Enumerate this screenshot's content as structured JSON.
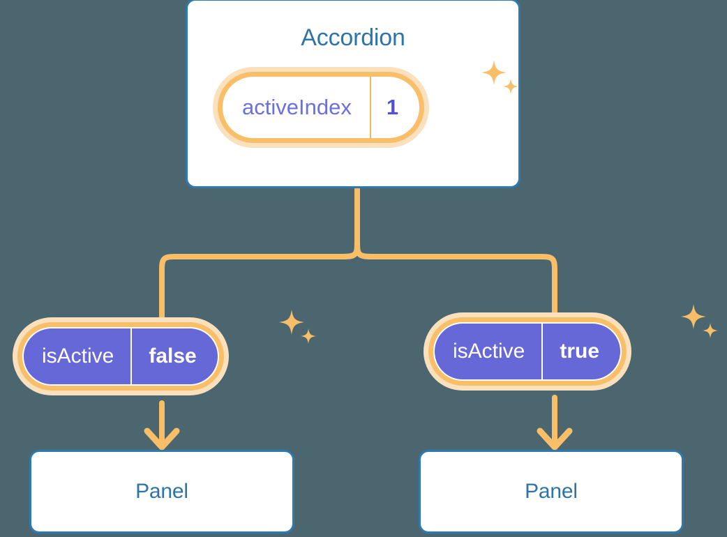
{
  "diagram": {
    "type": "component-state-tree",
    "background_color": "#4c6670",
    "accent_color": "#f9be68",
    "accent_glow_color": "#fae0bc",
    "card_border_color": "#2e7aae",
    "card_title_color": "#2d74a8",
    "state_text_color": "#6b6fe0",
    "state_value_color": "#4f52d8",
    "leaf_pill_fill": "#6668d8"
  },
  "root": {
    "title": "Accordion",
    "state": {
      "key": "activeIndex",
      "value": "1"
    },
    "sparkle_icon": "sparkle-icon"
  },
  "branches": [
    {
      "prop": {
        "key": "isActive",
        "value": "false"
      },
      "child_title": "Panel",
      "arrow_icon": "arrow-down-icon",
      "sparkle_icon": "sparkle-icon"
    },
    {
      "prop": {
        "key": "isActive",
        "value": "true"
      },
      "child_title": "Panel",
      "arrow_icon": "arrow-down-icon",
      "sparkle_icon": "sparkle-icon"
    }
  ]
}
